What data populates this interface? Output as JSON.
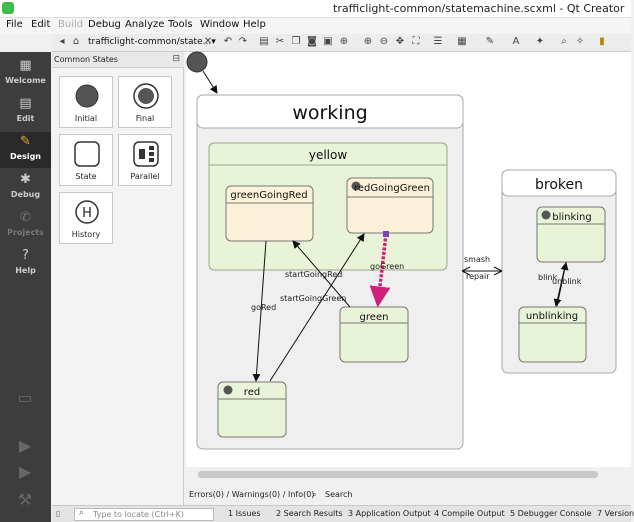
{
  "window": {
    "title": "trafficlight-common/statemachine.scxml - Qt Creator"
  },
  "menu": [
    "File",
    "Edit",
    "Build",
    "Debug",
    "Analyze",
    "Tools",
    "Window",
    "Help"
  ],
  "toolbar": {
    "file_tab": "trafficlight-common/state...▾"
  },
  "modes": [
    {
      "label": "Welcome",
      "icon": "grid-icon"
    },
    {
      "label": "Edit",
      "icon": "document-icon"
    },
    {
      "label": "Design",
      "icon": "pencil-icon"
    },
    {
      "label": "Debug",
      "icon": "bug-icon"
    },
    {
      "label": "Projects",
      "icon": "wrench-icon"
    },
    {
      "label": "Help",
      "icon": "question-icon"
    }
  ],
  "palette": {
    "title": "Common States",
    "items": [
      "Initial",
      "Final",
      "State",
      "Parallel",
      "History"
    ]
  },
  "diagram": {
    "states": {
      "working": "working",
      "yellow": "yellow",
      "greenGoingRed": "greenGoingRed",
      "redGoingGreen": "redGoingGreen",
      "green": "green",
      "red": "red",
      "broken": "broken",
      "blinking": "blinking",
      "unblinking": "unblinking"
    },
    "transitions": {
      "goGreen": "goGreen",
      "startGoingRed": "startGoingRed",
      "startGoingGreen": "startGoingGreen",
      "goRed": "goRed",
      "smash": "smash",
      "repair": "repair",
      "blink": "blink",
      "unblink": "unblink"
    }
  },
  "issues": {
    "counts": "Errors(0) / Warnings(0) / Info(0)",
    "search": "Search"
  },
  "statusbar": {
    "locate_placeholder": "Type to locate (Ctrl+K)",
    "panes": [
      "1  Issues",
      "2  Search Results",
      "3  Application Output",
      "4  Compile Output",
      "5  Debugger Console",
      "7  Version"
    ]
  }
}
